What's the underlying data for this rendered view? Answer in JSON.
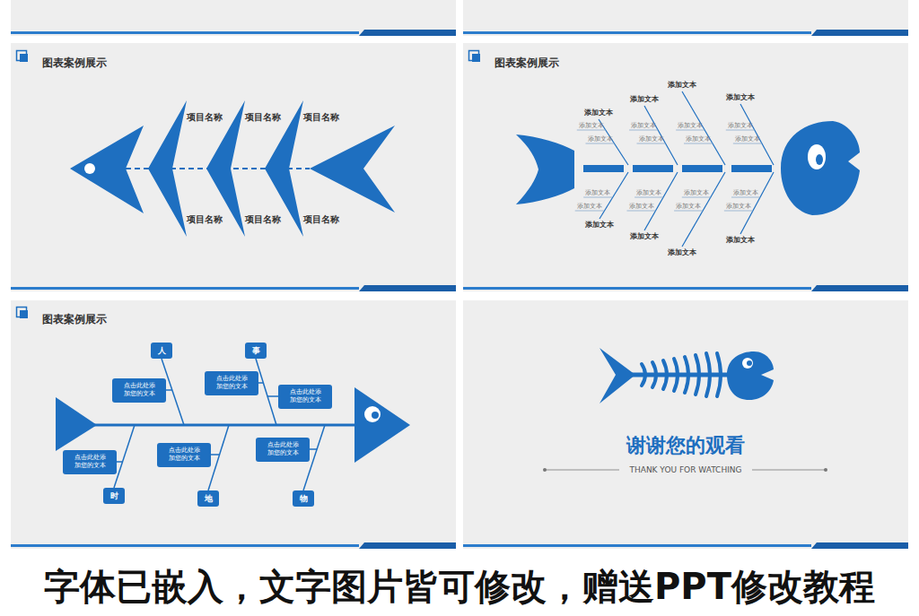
{
  "diagram": {
    "caption": "字体已嵌入，文字图片皆可修改，赠送PPT修改教程",
    "nodes": [
      {
        "text": [
          "人"
        ]
      },
      {
        "text": [
          "事"
        ]
      },
      {
        "text": [
          "点击此处添加您的文本"
        ]
      },
      {
        "text": [
          "点击此处添加您的文本"
        ]
      },
      {
        "text": [
          "点击此处添加您的文本"
        ]
      },
      {
        "text": [
          "点击此处添加您的文本"
        ]
      },
      {
        "text": [
          "点击此处添加您的文本"
        ]
      },
      {
        "text": [
          "点击此处添加您的文本"
        ]
      },
      {
        "text": [
          "时"
        ]
      },
      {
        "text": [
          "地"
        ]
      },
      {
        "text": [
          "物"
        ]
      }
    ],
    "labels": [
      "图表案例展示",
      "项目名称",
      "项目名称",
      "项目名称",
      "项目名称",
      "项目名称",
      "项目名称",
      "图表案例展示",
      "添加文本",
      "添加文本",
      "添加文本",
      "添加文本",
      "添加文本",
      "添加文本",
      "添加文本",
      "添加文本",
      "添加文本",
      "添加文本",
      "添加文本",
      "添加文本",
      "添加文本",
      "添加文本",
      "添加文本",
      "添加文本",
      "添加文本",
      "添加文本",
      "添加文本",
      "添加文本",
      "添加文本",
      "添加文本",
      "添加文本",
      "添加文本",
      "图表案例展示",
      "谢谢您的观看",
      "THANK YOU FOR WATCHING"
    ]
  }
}
